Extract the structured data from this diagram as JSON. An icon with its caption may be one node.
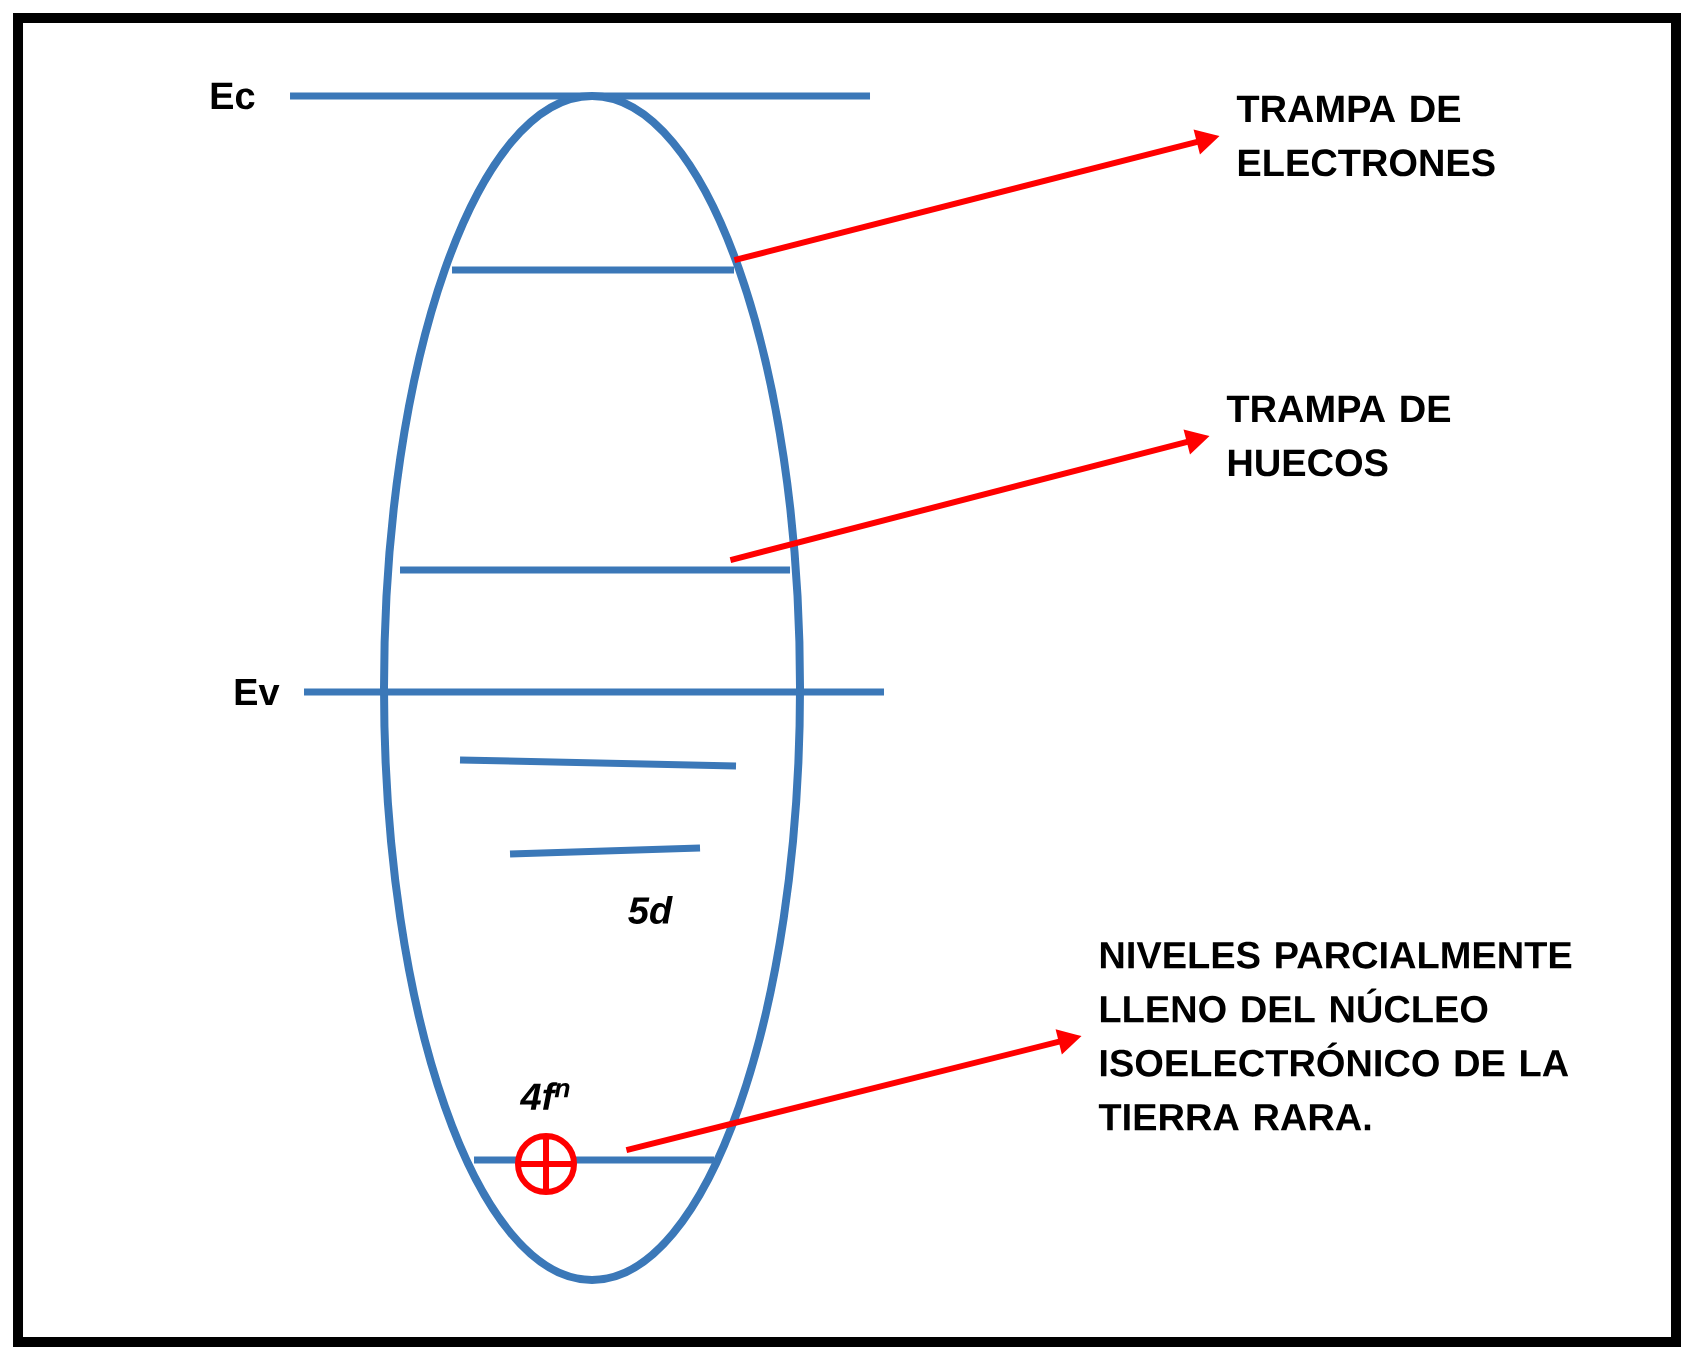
{
  "diagram": {
    "nodes": [
      {
        "text": [
          "TRAMPA DE ELECTRONES"
        ]
      },
      {
        "text": [
          "TRAMPA DE HUECOS"
        ]
      },
      {
        "text": [
          "NIVELES PARCIALMENTE LLENO DEL NÚCLEO ISOELECTRÓNICO DE LA TIERRA RARA."
        ]
      },
      {
        "text": [],
        "shape": "line"
      },
      {
        "text": [],
        "shape": "line"
      },
      {
        "text": [],
        "shape": "line"
      }
    ],
    "edges": [
      {
        "from": 3,
        "to": 0,
        "arrow": "to"
      },
      {
        "from": 4,
        "to": 1,
        "arrow": "to"
      },
      {
        "from": 5,
        "to": 2,
        "arrow": "to"
      }
    ],
    "labels": [
      "Ec",
      "Ev",
      "5d",
      "4f$^{n}$"
    ]
  }
}
